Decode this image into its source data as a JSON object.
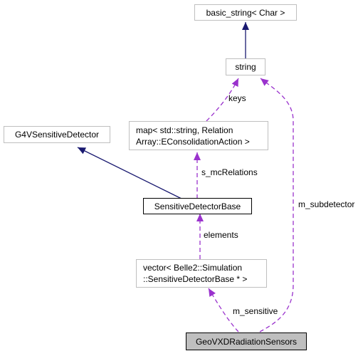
{
  "nodes": {
    "basic_string": "basic_string< Char >",
    "string": "string",
    "g4": "G4VSensitiveDetector",
    "map_line1": "map< std::string, Relation",
    "map_line2": "Array::EConsolidationAction >",
    "sdb": "SensitiveDetectorBase",
    "vector_line1": "vector< Belle2::Simulation",
    "vector_line2": "::SensitiveDetectorBase * >",
    "geo": "GeoVXDRadiationSensors"
  },
  "edges": {
    "keys": "keys",
    "s_mcRelations": "s_mcRelations",
    "m_subdetector": "m_subdetector",
    "elements": "elements",
    "m_sensitive": "m_sensitive"
  },
  "colors": {
    "inheritance": "#191970",
    "usage": "#9a32cd",
    "node_border": "#bfbfbf",
    "highlight_fill": "#bfbfbf"
  }
}
